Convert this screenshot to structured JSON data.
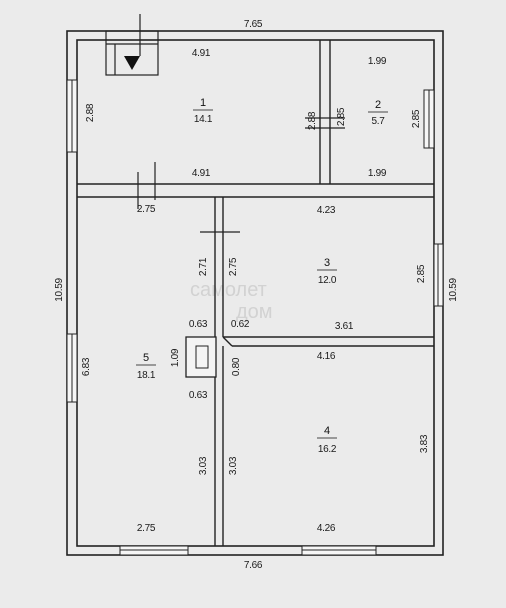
{
  "floorplan": {
    "outer": {
      "top_width": "7.65",
      "bottom_width": "7.66",
      "left_height": "10.59",
      "right_height": "10.59"
    },
    "rooms": [
      {
        "number": "1",
        "area": "14.1",
        "dims": [
          "4.91",
          "4.91",
          "2.88",
          "2.88"
        ]
      },
      {
        "number": "2",
        "area": "5.7",
        "dims": [
          "1.99",
          "1.99",
          "2.85",
          "2.85"
        ]
      },
      {
        "number": "3",
        "area": "12.0",
        "dims": [
          "4.23",
          "3.61",
          "2.85",
          "2.75",
          "2.71"
        ]
      },
      {
        "number": "4",
        "area": "16.2",
        "dims": [
          "4.16",
          "4.26",
          "3.83",
          "0.80",
          "3.03"
        ]
      },
      {
        "number": "5",
        "area": "18.1",
        "dims": [
          "2.75",
          "2.75",
          "6.83",
          "3.03"
        ]
      }
    ],
    "stove": {
      "dims": [
        "0.63",
        "0.63",
        "1.09",
        "0.62"
      ]
    },
    "watermark": "самолет\nдом"
  }
}
